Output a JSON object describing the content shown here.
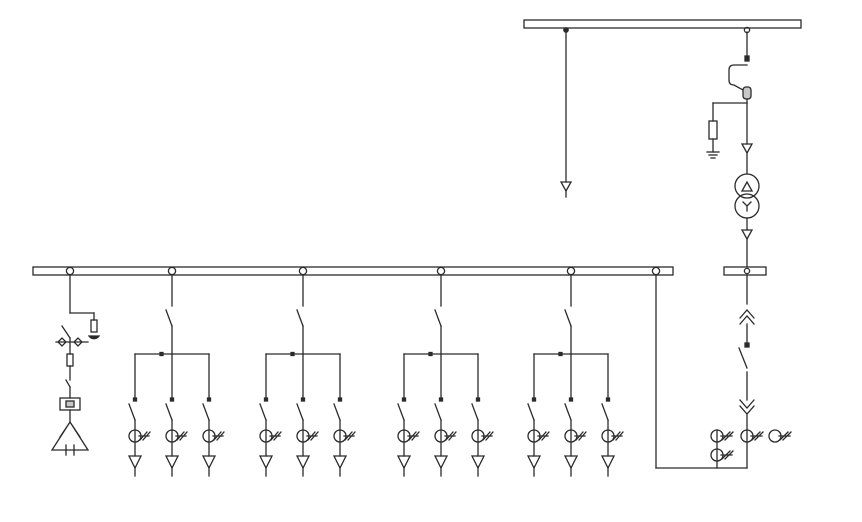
{
  "diagram": {
    "stroke_color": "#2b2b2b",
    "fill_color": "#ffffff",
    "accent_fill": "#c8c8c8",
    "hv_section": {
      "busbar": "high-voltage-busbar",
      "left_feeder": "hv-outgoing-feeder",
      "transformer_bay": "hv-transformer-bay"
    },
    "lv_section": {
      "busbar": "low-voltage-busbar",
      "capacitor_bay": "capacitor-bank-bay",
      "feeder_group_count": 4,
      "feeders_per_group": 3
    },
    "incomer_bay": "lv-incomer-bay"
  }
}
